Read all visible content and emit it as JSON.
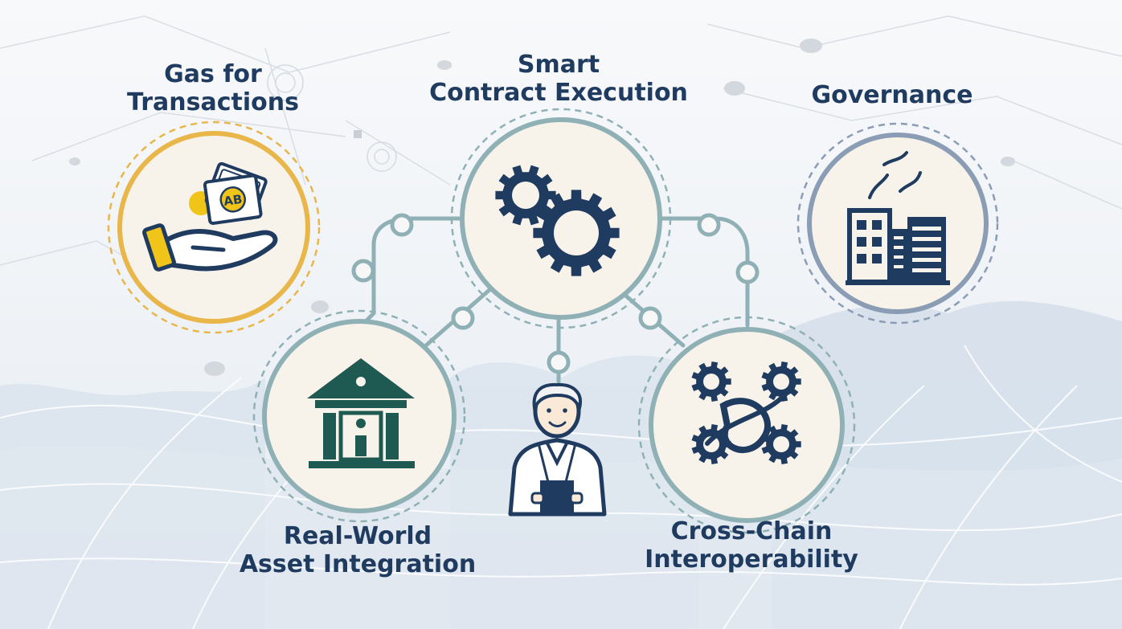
{
  "nodes": {
    "gas": {
      "lines": [
        "Gas for",
        "Transactions"
      ],
      "icon": "hand-money-icon",
      "ring_color": "#e9b64a"
    },
    "smart_contract": {
      "lines": [
        "Smart",
        "Contract Execution"
      ],
      "icon": "gears-icon",
      "ring_color": "#8fb1b5"
    },
    "governance": {
      "lines": [
        "Governance"
      ],
      "icon": "factory-icon",
      "ring_color": "#8a9db5"
    },
    "real_world": {
      "lines": [
        "Real-World",
        "Asset Integration"
      ],
      "icon": "bank-icon",
      "ring_color": "#8fb1b5"
    },
    "cross_chain": {
      "lines": [
        "Cross-Chain",
        "Interoperability"
      ],
      "icon": "linked-gears-icon",
      "ring_color": "#8fb1b5"
    },
    "person": {
      "icon": "scientist-icon"
    }
  },
  "coin_text": "AB",
  "colors": {
    "title": "#1f3b5f",
    "icon_navy": "#1f3b5f",
    "icon_teal": "#1e5a52",
    "connector": "#8fb1b5",
    "node_fill": "#f7f2ea",
    "accent_gold": "#f0c419"
  }
}
